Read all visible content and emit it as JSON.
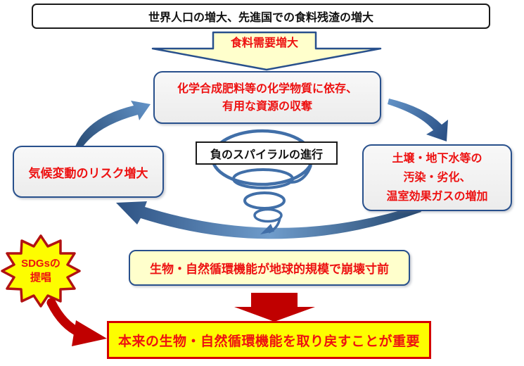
{
  "top_box": {
    "text": "世界人口の増大、先進国での食料残渣の増大"
  },
  "demand_arrow": {
    "label": "食料需要増大"
  },
  "cycle": {
    "dependence_box": {
      "line1": "化学合成肥料等の化学物質に依存、",
      "line2": "有用な資源の収奪"
    },
    "pollution_box": {
      "line1": "土壌・地下水等の",
      "line2": "汚染・劣化、",
      "line3": "温室効果ガスの増加"
    },
    "climate_box": {
      "text": "気候変動のリスク増大"
    },
    "spiral_label": {
      "text": "負のスパイラルの進行"
    }
  },
  "collapse_box": {
    "text": "生物・自然循環機能が地球的規模で崩壊寸前"
  },
  "conclusion_box": {
    "text": "本来の生物・自然循環機能を取り戻すことが重要"
  },
  "sdgs_burst": {
    "line1": "SDGsの",
    "line2": "提唱"
  },
  "colors": {
    "box_border_blue": "#28508C",
    "arrow_blue_dark": "#24466E",
    "arrow_blue_light": "#6292C6",
    "red_text": "#ED1111",
    "dark_red_arrow": "#C00000",
    "burst_border_red": "#B11212",
    "light_yellow": "#FFFFCC",
    "vivid_yellow": "#FDFD00",
    "box_gray": "#F2F2F2"
  }
}
